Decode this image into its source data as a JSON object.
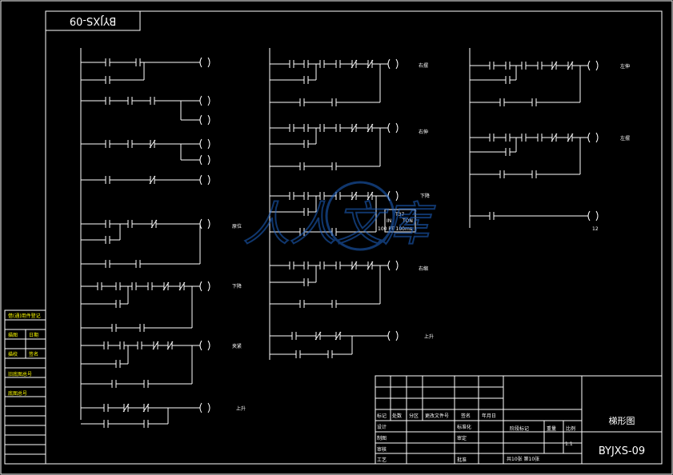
{
  "drawing": {
    "stamp": "BYJXS-09",
    "number": "BYJXS-09",
    "title": "梯形图",
    "total_sheets": "共10张 第10张",
    "scale": "1:1",
    "left_panel": [
      "借(通)用件登记",
      "旧底图总号",
      "底图总号",
      "描图",
      "描校",
      "日期",
      "签名"
    ]
  },
  "titleblock": {
    "headers": [
      "标记",
      "处数",
      "分区",
      "更改文件号",
      "签名",
      "年月日"
    ],
    "rows": [
      "设计",
      "制图",
      "审核",
      "工艺"
    ],
    "mid": [
      "标准化",
      "审定",
      "批准"
    ],
    "right": [
      "阶段标记",
      "重量",
      "比例"
    ]
  },
  "ladder": {
    "annotations": [
      "右摆",
      "右伸",
      "下降",
      "右缩",
      "上升",
      "左伸",
      "左摆",
      "原位",
      "下降",
      "夹紧",
      "上升"
    ],
    "timer": {
      "name": "T37",
      "in": "IN",
      "ton": "TON",
      "pt": "100 PT  100ms"
    },
    "misc": [
      "12"
    ]
  },
  "watermark": "人人文库"
}
